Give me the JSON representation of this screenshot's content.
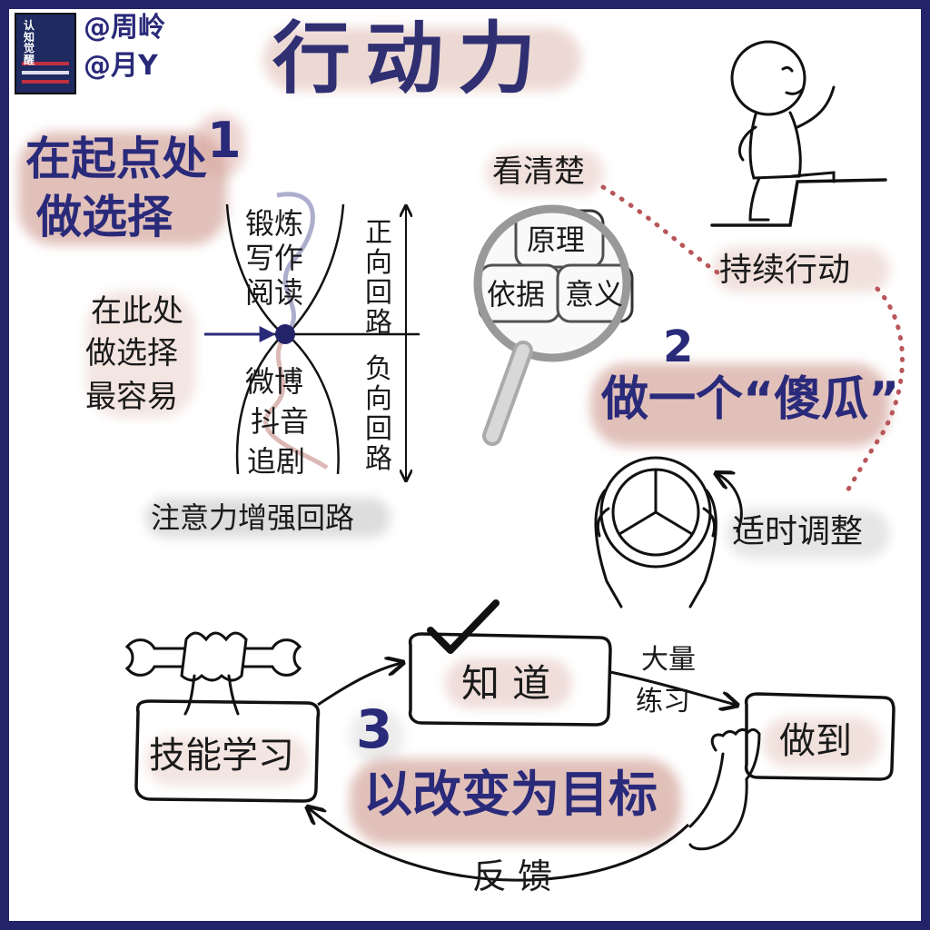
{
  "book": {
    "cover_text": "认知觉醒"
  },
  "authors": [
    "@周岭",
    "@月Y"
  ],
  "title": "行动力",
  "section1": {
    "number": "1",
    "heading_line1": "在起点处",
    "heading_line2": "做选择",
    "positive_items": [
      "锻炼",
      "写作",
      "阅读"
    ],
    "negative_items": [
      "微博",
      "抖音",
      "追剧"
    ],
    "positive_label": "正向回路",
    "negative_label": "负向回路",
    "choice_note": [
      "在此处",
      "做选择",
      "最容易"
    ],
    "caption": "注意力增强回路"
  },
  "section2": {
    "number": "2",
    "see_clearly": "看清楚",
    "principle": "原理",
    "basis": "依据",
    "meaning": "意义",
    "continue_action": "持续行动",
    "heading": "做一个“傻瓜”",
    "adjust": "适时调整"
  },
  "section3": {
    "number": "3",
    "skill_learning": "技能学习",
    "know": "知道",
    "practice_line1": "大量",
    "practice_line2": "练习",
    "do": "做到",
    "heading": "以改变为目标",
    "feedback": "反馈"
  },
  "colors": {
    "navy": "#2a2a7a",
    "highlight": "#c9928a",
    "grey_highlight": "#b8b8b8",
    "hearts": "#b8565a"
  }
}
